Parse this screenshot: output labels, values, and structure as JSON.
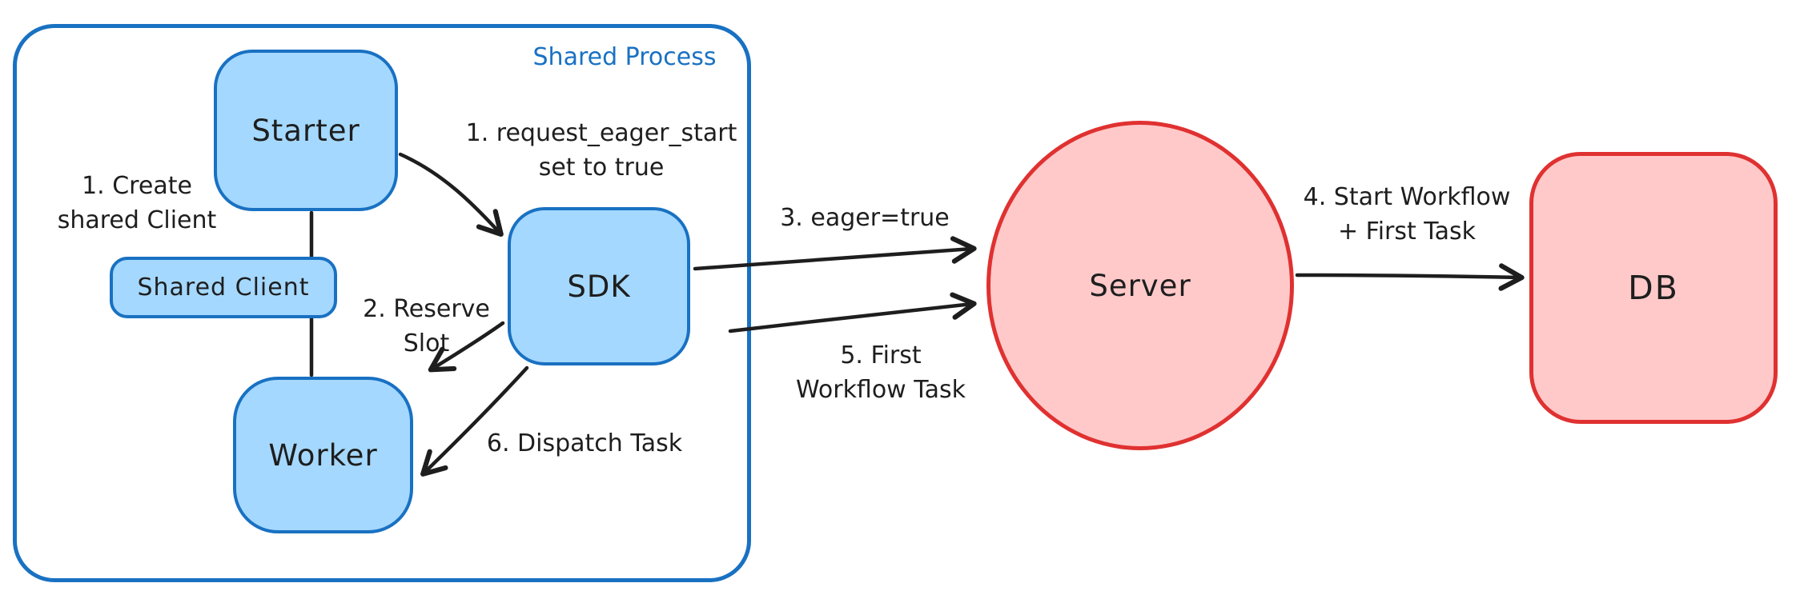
{
  "title": "Shared Process",
  "nodes": {
    "starter": "Starter",
    "shared_client": "Shared Client",
    "sdk": "SDK",
    "worker": "Worker",
    "server": "Server",
    "db": "DB"
  },
  "annotations": {
    "create_client": [
      "1. Create",
      "shared Client"
    ],
    "request_eager": [
      "1. request_eager_start",
      "set to true"
    ],
    "reserve_slot": [
      "2. Reserve",
      "Slot"
    ],
    "eager_true": "3. eager=true",
    "start_workflow": [
      "4. Start Workflow",
      "+ First Task"
    ],
    "first_task": [
      "5. First",
      "Workflow Task"
    ],
    "dispatch_task": "6. Dispatch Task"
  },
  "edges": [
    {
      "from": "starter",
      "to": "sdk",
      "label": "1. request_eager_start set to true"
    },
    {
      "from": "starter",
      "to": "worker",
      "via": "shared_client",
      "label": "1. Create shared Client"
    },
    {
      "from": "sdk",
      "to": "worker",
      "label": "2. Reserve Slot"
    },
    {
      "from": "sdk",
      "to": "server",
      "label": "3. eager=true"
    },
    {
      "from": "server",
      "to": "db",
      "label": "4. Start Workflow + First Task"
    },
    {
      "from": "sdk",
      "to": "server",
      "label": "5. First Workflow Task"
    },
    {
      "from": "sdk",
      "to": "worker",
      "label": "6. Dispatch Task"
    }
  ],
  "colors": {
    "blue_stroke": "#1971c2",
    "blue_fill": "#a5d8ff",
    "red_stroke": "#e03131",
    "red_fill": "#ffc9c9",
    "arrow": "#1e1e1e",
    "background": "#ffffff"
  }
}
